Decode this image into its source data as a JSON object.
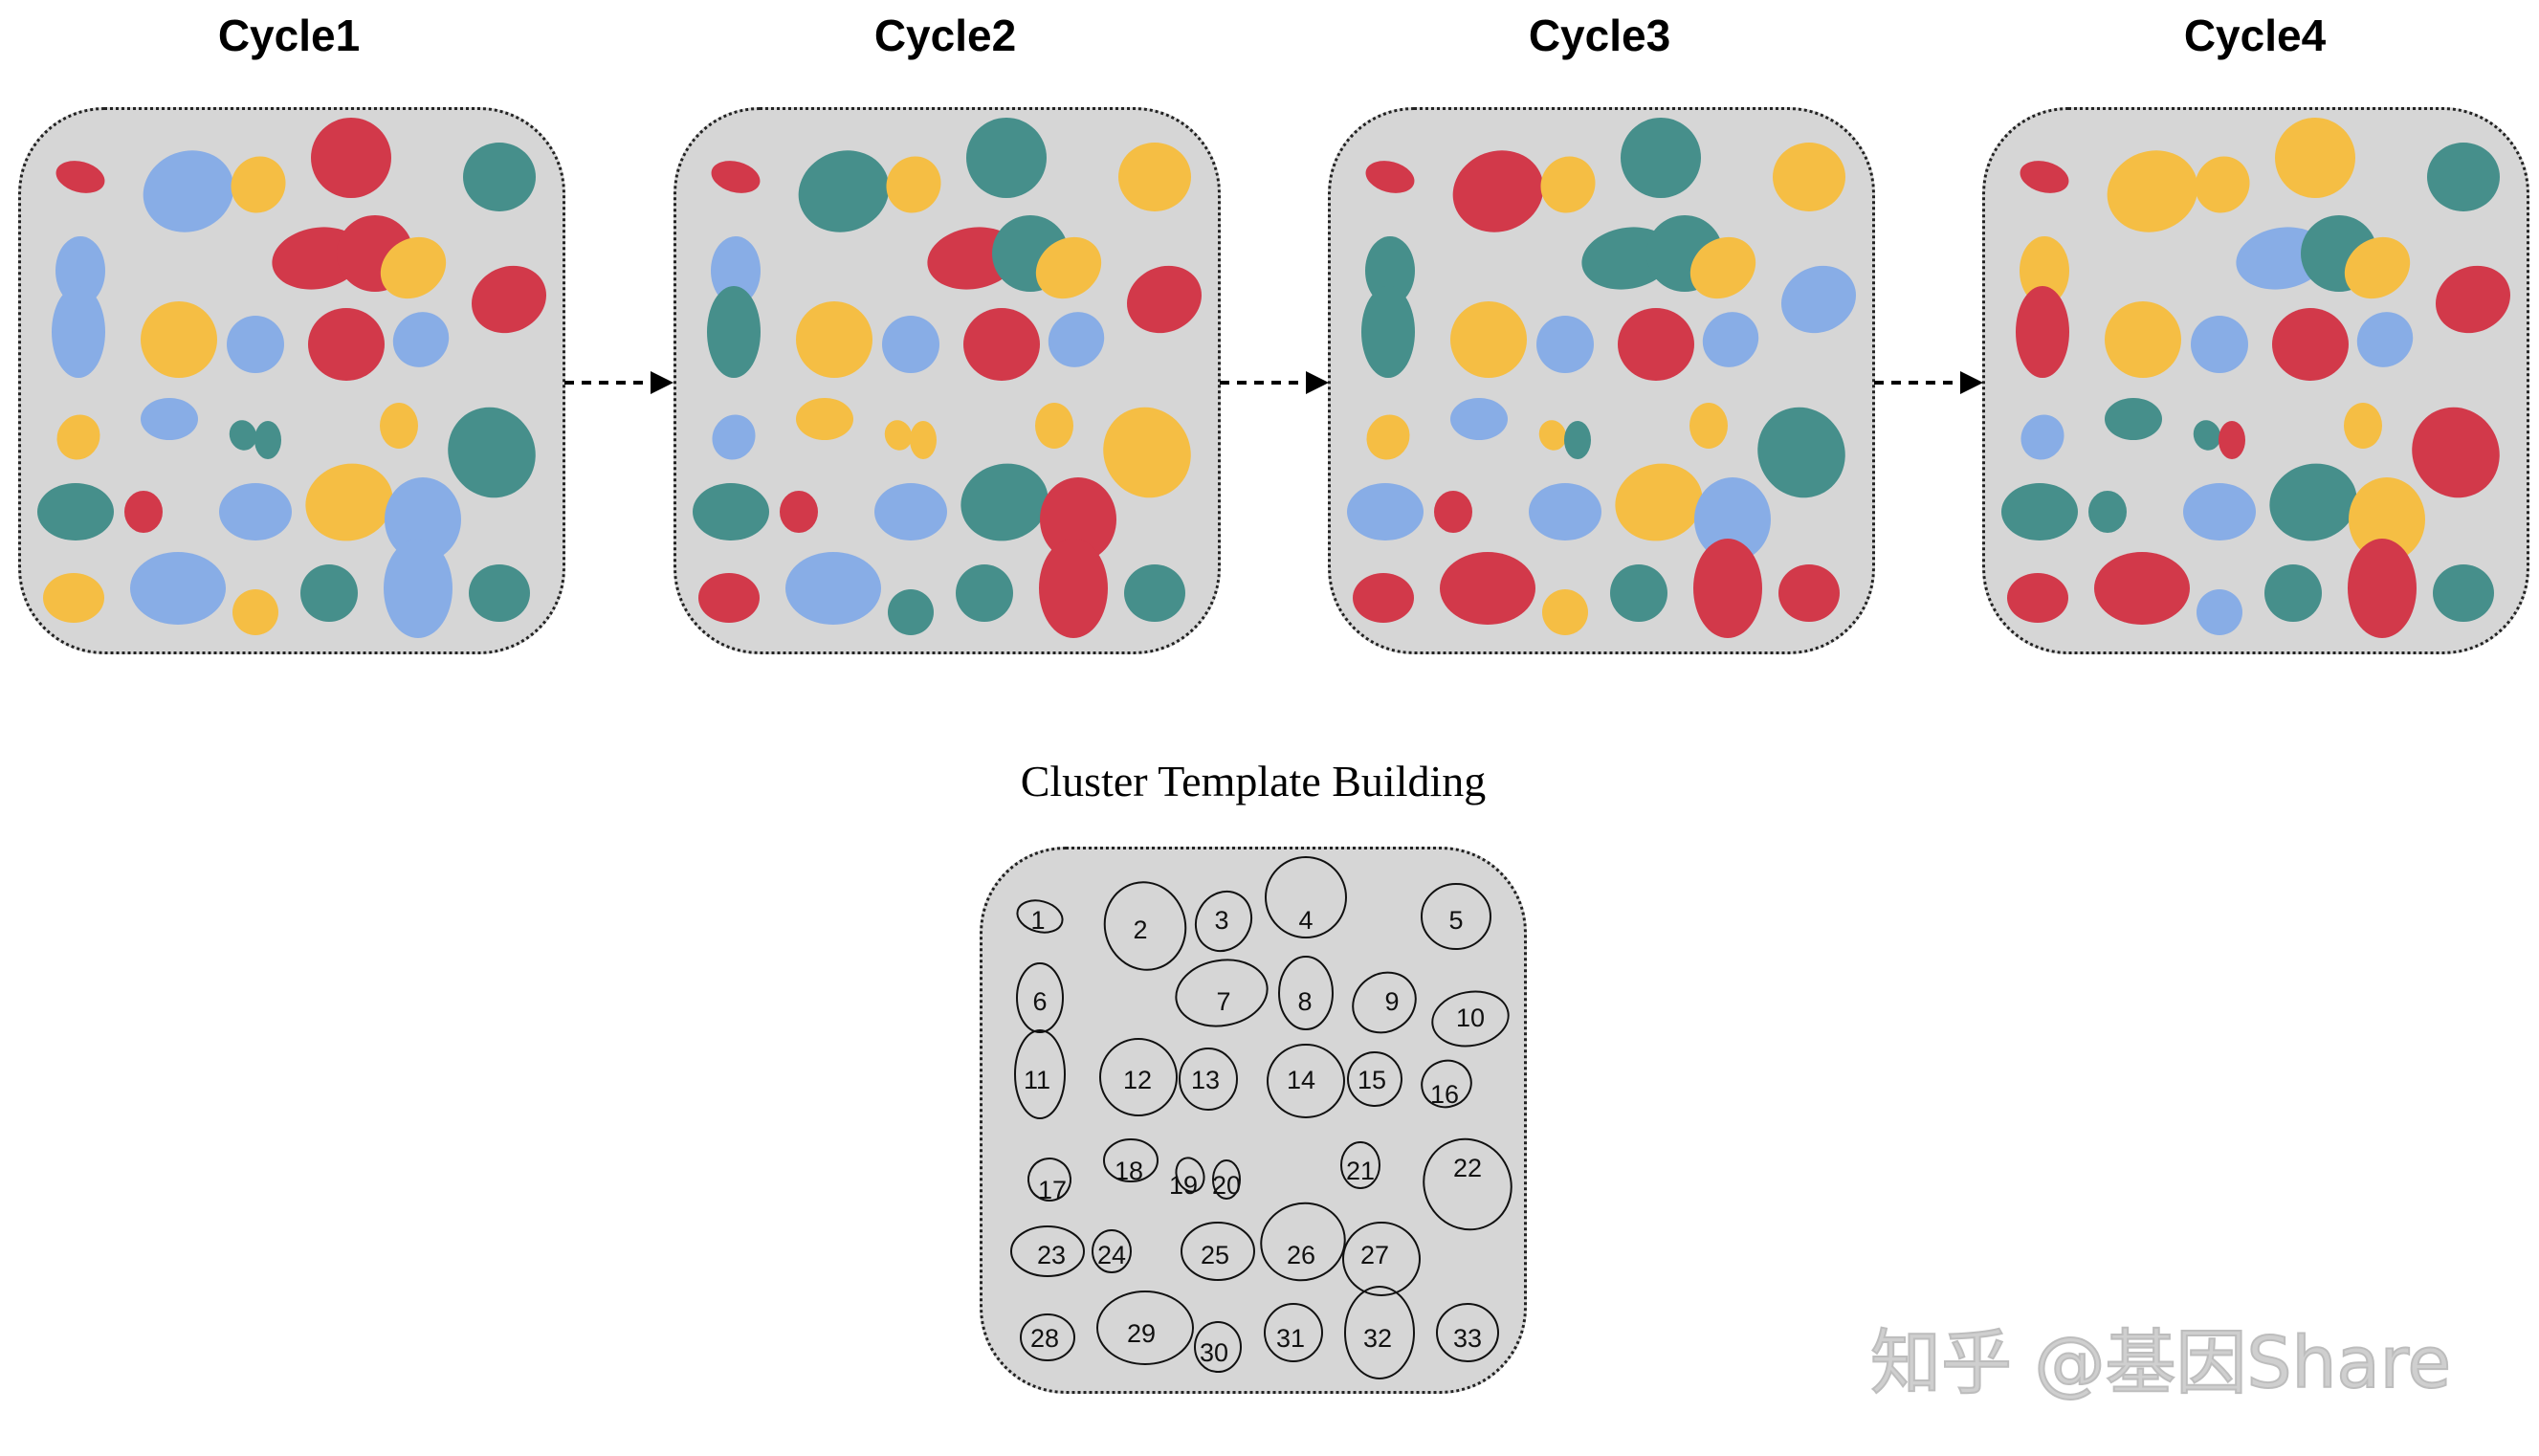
{
  "colors": {
    "red": "#d2394a",
    "blue": "#88ade6",
    "yellow": "#f5be44",
    "teal": "#468f8b",
    "panel": "#d6d6d6"
  },
  "cycles": [
    {
      "title": "Cycle1",
      "colors": [
        "red",
        "blue",
        "yellow",
        "red",
        "teal",
        "blue",
        "red",
        "red",
        "yellow",
        "red",
        "blue",
        "yellow",
        "blue",
        "red",
        "blue",
        "yellow",
        "blue",
        "teal",
        "teal",
        "yellow",
        "teal",
        "teal",
        "red",
        "blue",
        "yellow",
        "blue",
        "yellow",
        "blue",
        "yellow",
        "teal",
        "blue",
        "teal"
      ]
    },
    {
      "title": "Cycle2",
      "colors": [
        "red",
        "teal",
        "yellow",
        "teal",
        "yellow",
        "blue",
        "red",
        "teal",
        "yellow",
        "red",
        "teal",
        "yellow",
        "blue",
        "red",
        "blue",
        "blue",
        "yellow",
        "yellow",
        "yellow",
        "yellow",
        "yellow",
        "teal",
        "red",
        "blue",
        "teal",
        "red",
        "red",
        "blue",
        "teal",
        "teal",
        "red",
        "teal"
      ]
    },
    {
      "title": "Cycle3",
      "colors": [
        "red",
        "red",
        "yellow",
        "teal",
        "yellow",
        "teal",
        "teal",
        "teal",
        "yellow",
        "blue",
        "teal",
        "yellow",
        "blue",
        "red",
        "blue",
        "yellow",
        "blue",
        "yellow",
        "teal",
        "yellow",
        "teal",
        "blue",
        "red",
        "blue",
        "yellow",
        "blue",
        "red",
        "red",
        "yellow",
        "teal",
        "red",
        "red"
      ]
    },
    {
      "title": "Cycle4",
      "colors": [
        "red",
        "yellow",
        "yellow",
        "yellow",
        "teal",
        "yellow",
        "blue",
        "teal",
        "yellow",
        "red",
        "red",
        "yellow",
        "blue",
        "red",
        "blue",
        "blue",
        "teal",
        "teal",
        "red",
        "yellow",
        "red",
        "teal",
        "teal",
        "blue",
        "teal",
        "yellow",
        "red",
        "red",
        "blue",
        "teal",
        "red",
        "teal"
      ]
    }
  ],
  "template": {
    "title": "Cluster Template Building",
    "labels": [
      "1",
      "2",
      "3",
      "4",
      "5",
      "6",
      "7",
      "8",
      "9",
      "10",
      "11",
      "12",
      "13",
      "14",
      "15",
      "16",
      "17",
      "18",
      "19",
      "20",
      "21",
      "22",
      "23",
      "24",
      "25",
      "26",
      "27",
      "28",
      "29",
      "30",
      "31",
      "32",
      "33"
    ]
  },
  "watermark": "知乎 @基因Share"
}
